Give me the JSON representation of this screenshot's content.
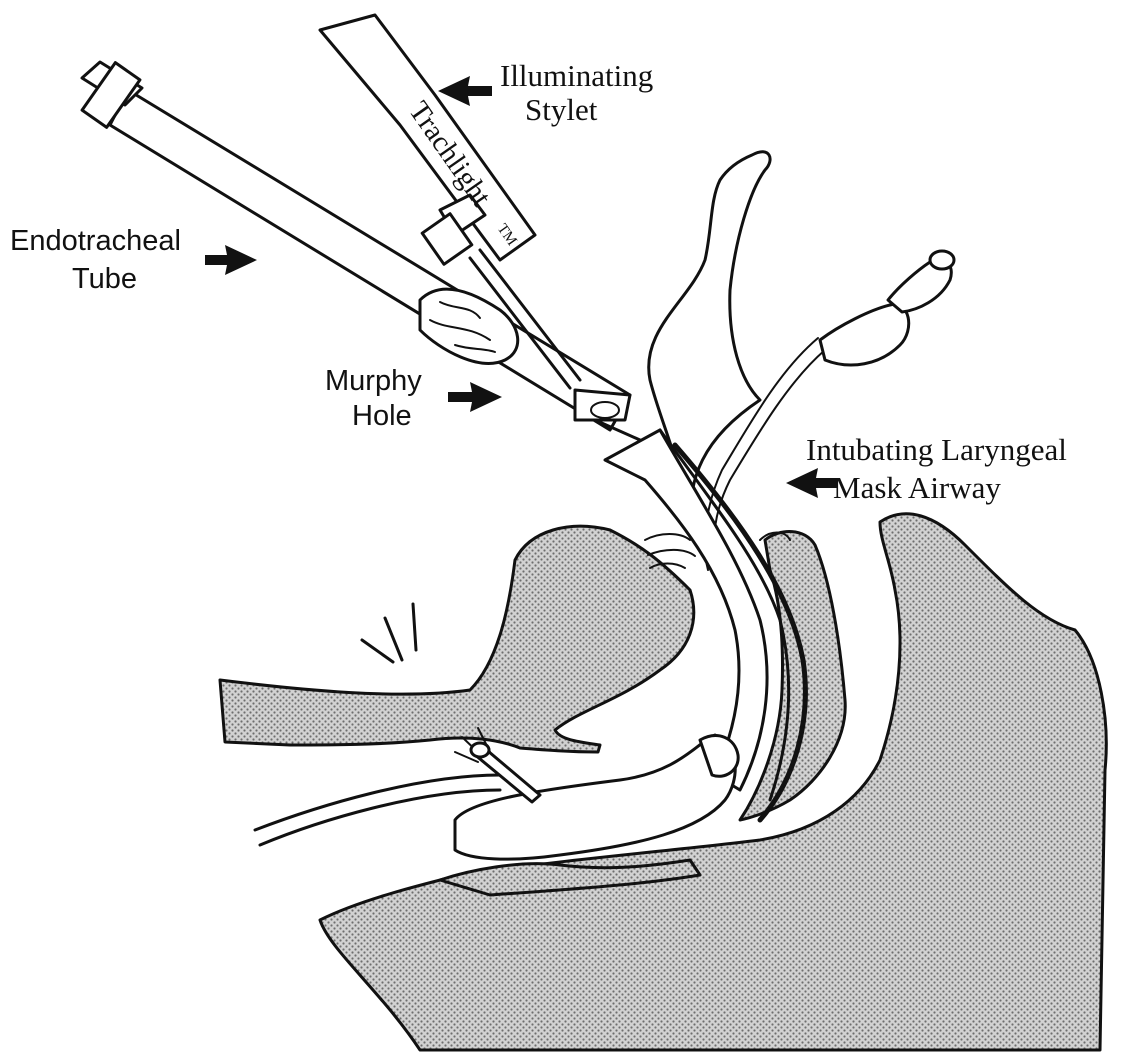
{
  "labels": {
    "illuminating_stylet": [
      "Illuminating",
      "Stylet"
    ],
    "endotracheal_tube": [
      "Endotracheal",
      "Tube"
    ],
    "murphy_hole": [
      "Murphy",
      "Hole"
    ],
    "intubating_lma": [
      "Intubating Laryngeal",
      "Mask Airway"
    ],
    "trachlight_brand": "Trachlight",
    "trademark": "TM"
  },
  "icons": {
    "pointer": "arrow-pointer-icon",
    "light_burst": "light-burst-icon"
  },
  "colors": {
    "ink": "#111111",
    "tissue_fill": "#bdbdbd",
    "background": "#ffffff"
  }
}
